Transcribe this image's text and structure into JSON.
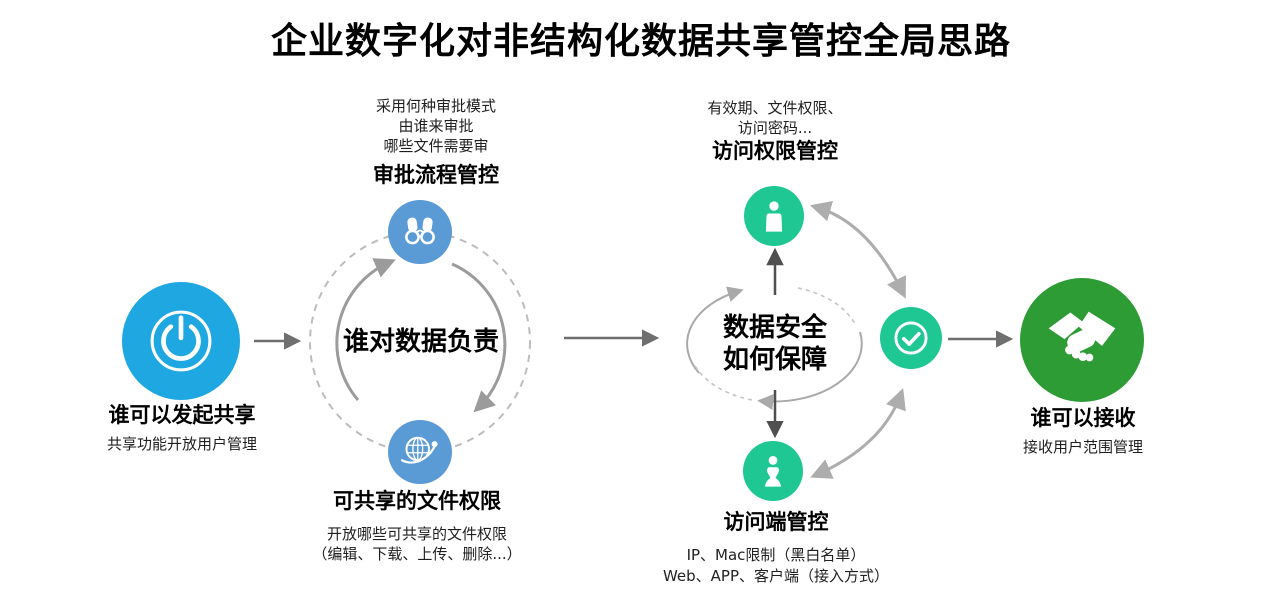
{
  "title": "企业数字化对非结构化数据共享管控全局思路",
  "palette": {
    "bright_blue": "#1EA7E1",
    "muted_blue": "#5B9BD5",
    "emerald_green": "#1FC893",
    "dark_green": "#2D9C34",
    "arrow_gray": "#6F6F6F",
    "arc_gray": "#9B9B9B",
    "dash_gray": "#BCBCBC",
    "dark_arrow": "#4F4F4F"
  },
  "flow": {
    "initiator": {
      "icon": "power-icon",
      "heading": "谁可以发起共享",
      "caption": "共享功能开放用户管理"
    },
    "responsibility": {
      "center_label": "谁对数据负责",
      "approval": {
        "icon": "binoculars-icon",
        "notes": [
          "采用何种审批模式",
          "由谁来审批",
          "哪些文件需要审"
        ],
        "heading": "审批流程管控"
      },
      "share_scope": {
        "icon": "globe-icon",
        "heading": "可共享的文件权限",
        "notes": [
          "开放哪些可共享的文件权限",
          "（编辑、下载、上传、删除...）"
        ]
      }
    },
    "security": {
      "center_label_line1": "数据安全",
      "center_label_line2": "如何保障",
      "access_control": {
        "icon": "user-icon",
        "notes": [
          "有效期、文件权限、",
          "访问密码..."
        ],
        "heading": "访问权限管控"
      },
      "endpoint_control": {
        "icon": "user-icon",
        "heading": "访问端管控",
        "notes": [
          "IP、Mac限制（黑白名单）",
          "Web、APP、客户端（接入方式）"
        ]
      },
      "check": {
        "icon": "check-icon"
      }
    },
    "receiver": {
      "icon": "handshake-icon",
      "heading": "谁可以接收",
      "caption": "接收用户范围管理"
    }
  }
}
